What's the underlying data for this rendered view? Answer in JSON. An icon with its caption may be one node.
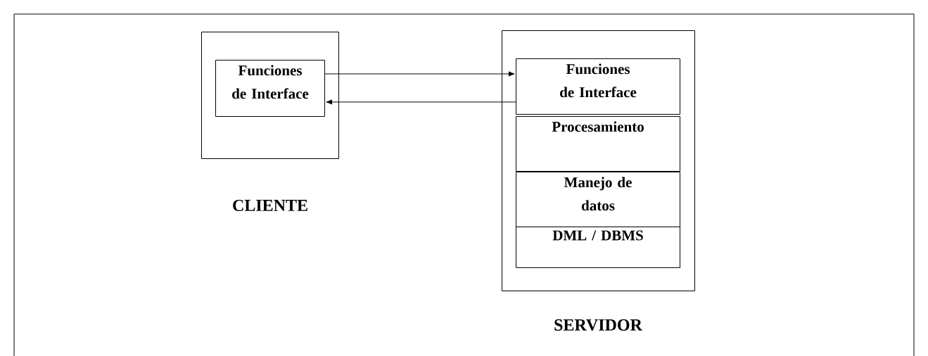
{
  "diagram": {
    "nodes": [
      {
        "text": [
          "CLIENTE"
        ]
      },
      {
        "text": [
          "Funciones de Interface"
        ],
        "in": 0
      },
      {
        "text": [
          "SERVIDOR"
        ]
      },
      {
        "text": [
          "Funciones de Interface"
        ],
        "in": 2
      },
      {
        "text": [
          "Procesamiento"
        ],
        "in": 2
      },
      {
        "text": [
          "Manejo de datos"
        ],
        "in": 2
      },
      {
        "text": [
          "DML / DBMS"
        ],
        "in": 2
      }
    ],
    "edges": [
      {
        "from": 1,
        "to": 3,
        "arrow": "to"
      },
      {
        "from": 3,
        "to": 1,
        "arrow": "to"
      }
    ]
  }
}
